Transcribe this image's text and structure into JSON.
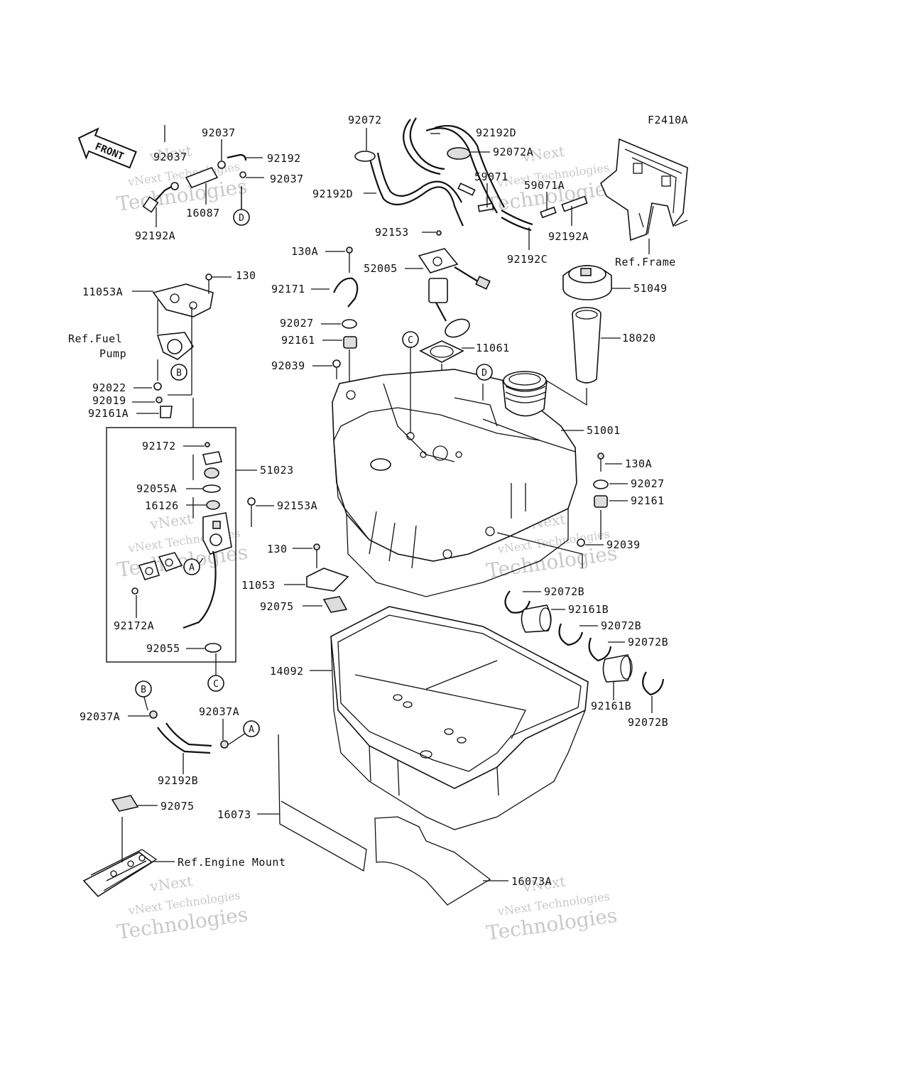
{
  "diagram_code": "F2410A",
  "front_label": "FRONT",
  "watermark": {
    "line1": "vNext",
    "line2": "vNext Technologies",
    "line3": "Technologies"
  },
  "callouts": {
    "A": "A",
    "B": "B",
    "C": "C",
    "D": "D"
  },
  "parts": {
    "p92037_1": "92037",
    "p92037_2": "92037",
    "p92037_3": "92037",
    "p92192": "92192",
    "p16087": "16087",
    "p92192A_1": "92192A",
    "p92072": "92072",
    "p92192D_1": "92192D",
    "p92192D_2": "92192D",
    "p92072A": "92072A",
    "p59071": "59071",
    "p59071A": "59071A",
    "p92192A_2": "92192A",
    "p92192C": "92192C",
    "p92153": "92153",
    "p52005": "52005",
    "p130A_1": "130A",
    "p92171": "92171",
    "p92027_1": "92027",
    "p92161_1": "92161",
    "p92039_1": "92039",
    "p11061": "11061",
    "p130_1": "130",
    "p11053A": "11053A",
    "p92022": "92022",
    "p92019": "92019",
    "p92161A": "92161A",
    "p92172": "92172",
    "p51023": "51023",
    "p92055A": "92055A",
    "p16126": "16126",
    "p92153A": "92153A",
    "p92172A": "92172A",
    "p92055": "92055",
    "p51049": "51049",
    "p18020": "18020",
    "p51001": "51001",
    "p130A_2": "130A",
    "p92027_2": "92027",
    "p92161_2": "92161",
    "p92039_2": "92039",
    "p130_2": "130",
    "p11053": "11053",
    "p92075_1": "92075",
    "p92072B_1": "92072B",
    "p92161B_1": "92161B",
    "p92072B_2": "92072B",
    "p92072B_3": "92072B",
    "p92161B_2": "92161B",
    "p92072B_4": "92072B",
    "p14092": "14092",
    "p92037A_1": "92037A",
    "p92037A_2": "92037A",
    "p92192B": "92192B",
    "p92075_2": "92075",
    "p16073": "16073",
    "p16073A": "16073A"
  },
  "references": {
    "frame": "Ref.Frame",
    "fuel_pump_1": "Ref.Fuel",
    "fuel_pump_2": "Pump",
    "engine_mount": "Ref.Engine Mount"
  }
}
